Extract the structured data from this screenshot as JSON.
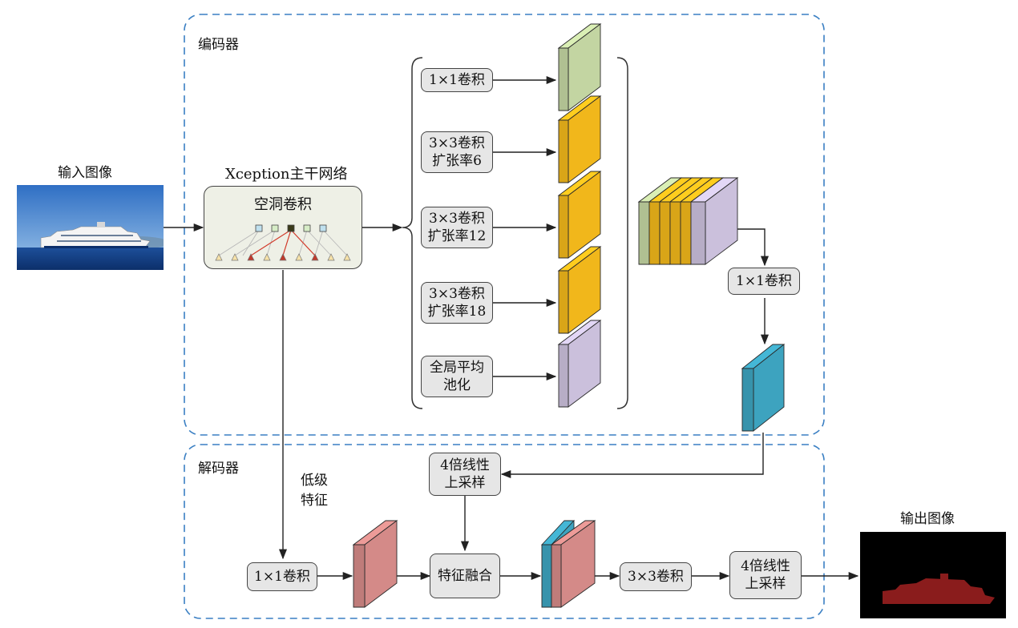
{
  "colors": {
    "green": "#c3d5a2",
    "orange": "#f1b71b",
    "purple": "#cbc0dc",
    "teal": "#3da3bf",
    "pink": "#d48a88",
    "box_fill": "#e6e6e6",
    "dashed_border": "#3a7fc3",
    "mask_red": "#8a1c1c"
  },
  "labels": {
    "input_image": "输入图像",
    "output_image": "输出图像",
    "encoder": "编码器",
    "decoder": "解码器",
    "backbone_title": "Xception主干网络",
    "atrous_conv": "空洞卷积",
    "low_level_features": "低级\n特征"
  },
  "aspp": {
    "branches": [
      {
        "label": "1×1卷积",
        "color": "green"
      },
      {
        "label": "3×3卷积\n扩张率6",
        "color": "orange"
      },
      {
        "label": "3×3卷积\n扩张率12",
        "color": "orange"
      },
      {
        "label": "3×3卷积\n扩张率18",
        "color": "orange"
      },
      {
        "label": "全局平均\n池化",
        "color": "purple"
      }
    ]
  },
  "encoder_conv": "1×1卷积",
  "decoder": {
    "upsample_1": "4倍线性\n上采样",
    "conv1x1": "1×1卷积",
    "fusion": "特征融合",
    "conv3x3": "3×3卷积",
    "upsample_2": "4倍线性\n上采样"
  },
  "icons": [
    "cruise-ship-photo",
    "segmentation-mask",
    "atrous-conv-icon"
  ]
}
